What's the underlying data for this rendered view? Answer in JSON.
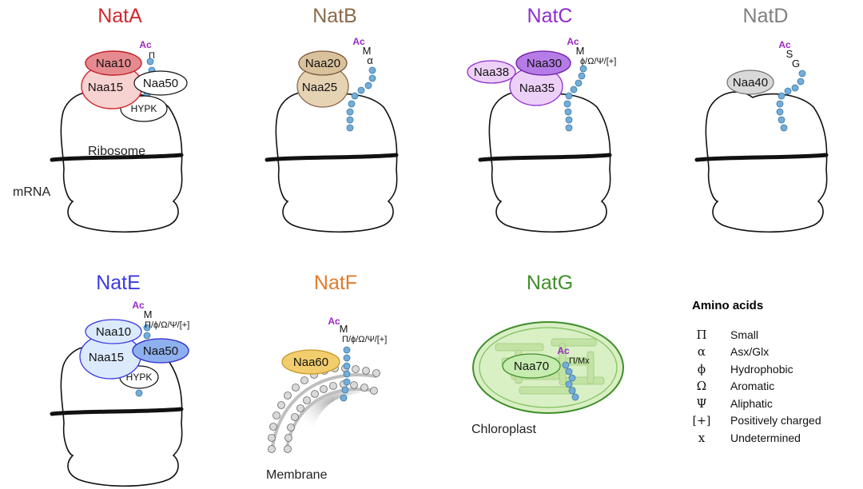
{
  "panels": {
    "natA": {
      "title": "NatA",
      "color": "#d0282e",
      "subunits": [
        "Naa10",
        "Naa15",
        "Naa50",
        "HYPK"
      ],
      "ac": "Ac",
      "residues": [
        "Π"
      ],
      "ribosome_label": "Ribosome",
      "mrna_label": "mRNA"
    },
    "natB": {
      "title": "NatB",
      "color": "#8a6a4a",
      "subunits": [
        "Naa20",
        "Naa25"
      ],
      "ac": "Ac",
      "residues": [
        "M",
        "α"
      ]
    },
    "natC": {
      "title": "NatC",
      "color": "#8e2dcf",
      "subunits": [
        "Naa38",
        "Naa30",
        "Naa35"
      ],
      "ac": "Ac",
      "residues": [
        "M",
        "ϕ/Ω/Ψ/[+]"
      ]
    },
    "natD": {
      "title": "NatD",
      "color": "#808080",
      "subunits": [
        "Naa40"
      ],
      "ac": "Ac",
      "residues": [
        "S",
        "G"
      ]
    },
    "natE": {
      "title": "NatE",
      "color": "#3a3ae0",
      "subunits": [
        "Naa10",
        "Naa15",
        "Naa50",
        "HYPK"
      ],
      "ac": "Ac",
      "residues": [
        "M",
        "Π/ϕ/Ω/Ψ/[+]"
      ]
    },
    "natF": {
      "title": "NatF",
      "color": "#e07b2e",
      "subunits": [
        "Naa60"
      ],
      "ac": "Ac",
      "residues": [
        "M",
        "Π/ϕ/Ω/Ψ/[+]"
      ],
      "membrane_label": "Membrane"
    },
    "natG": {
      "title": "NatG",
      "color": "#3f8f2a",
      "subunits": [
        "Naa70"
      ],
      "ac": "Ac",
      "residues": [
        "Π/Mx"
      ],
      "chloroplast_label": "Chloroplast"
    }
  },
  "legend": {
    "title": "Amino acids",
    "items": [
      {
        "symbol": "Π",
        "label": "Small"
      },
      {
        "symbol": "α",
        "label": "Asx/Glx"
      },
      {
        "symbol": "ϕ",
        "label": "Hydrophobic"
      },
      {
        "symbol": "Ω",
        "label": "Aromatic"
      },
      {
        "symbol": "Ψ",
        "label": "Aliphatic"
      },
      {
        "symbol": "[+]",
        "label": "Positively charged"
      },
      {
        "symbol": "x",
        "label": "Undetermined"
      }
    ]
  },
  "colors": {
    "bead": "#74add8",
    "naa10_natA": "#e58b8f",
    "naa15_natA": "#f6d2d0",
    "naa20_naa25": "#e6d3b4",
    "naa30": "#b57be6",
    "naa35_naa38": "#edd0f7",
    "naa40": "#d9d9d9",
    "natE_light": "#dbeafd",
    "natE_naa50": "#8fb0ee",
    "naa60": "#f1cd6e",
    "chloroplast": "#d9efc4",
    "naa70": "#c7ecb0"
  }
}
